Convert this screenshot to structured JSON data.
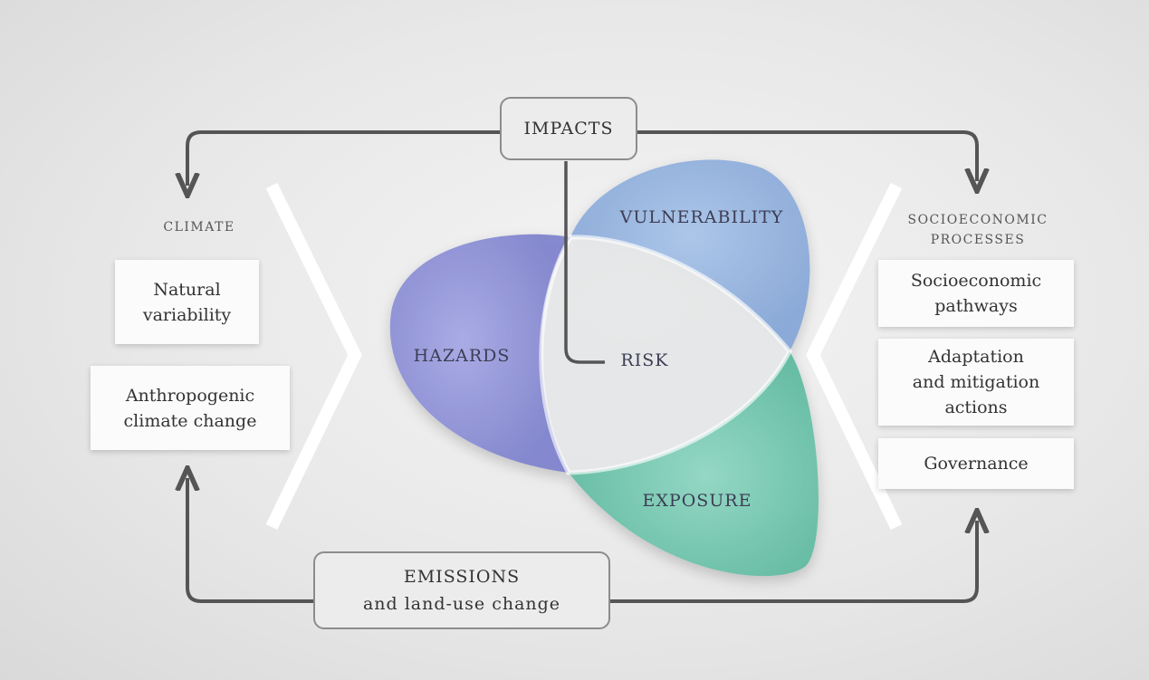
{
  "diagram": {
    "impacts": "IMPACTS",
    "risk": "RISK",
    "hazards": "HAZARDS",
    "vulnerability": "VULNERABILITY",
    "exposure": "EXPOSURE",
    "emissions": "EMISSIONS\nand land-use change"
  },
  "climate": {
    "heading": "CLIMATE",
    "items": [
      "Natural\nvariability",
      "Anthropogenic\nclimate change"
    ]
  },
  "socio": {
    "heading": "SOCIOECONOMIC\nPROCESSES",
    "items": [
      "Socioeconomic\npathways",
      "Adaptation\nand mitigation\nactions",
      "Governance"
    ]
  },
  "colors": {
    "hazards": "#8e92d6",
    "vulnerability": "#8eafdc",
    "exposure": "#74c9b2",
    "arrow": "#555555"
  }
}
